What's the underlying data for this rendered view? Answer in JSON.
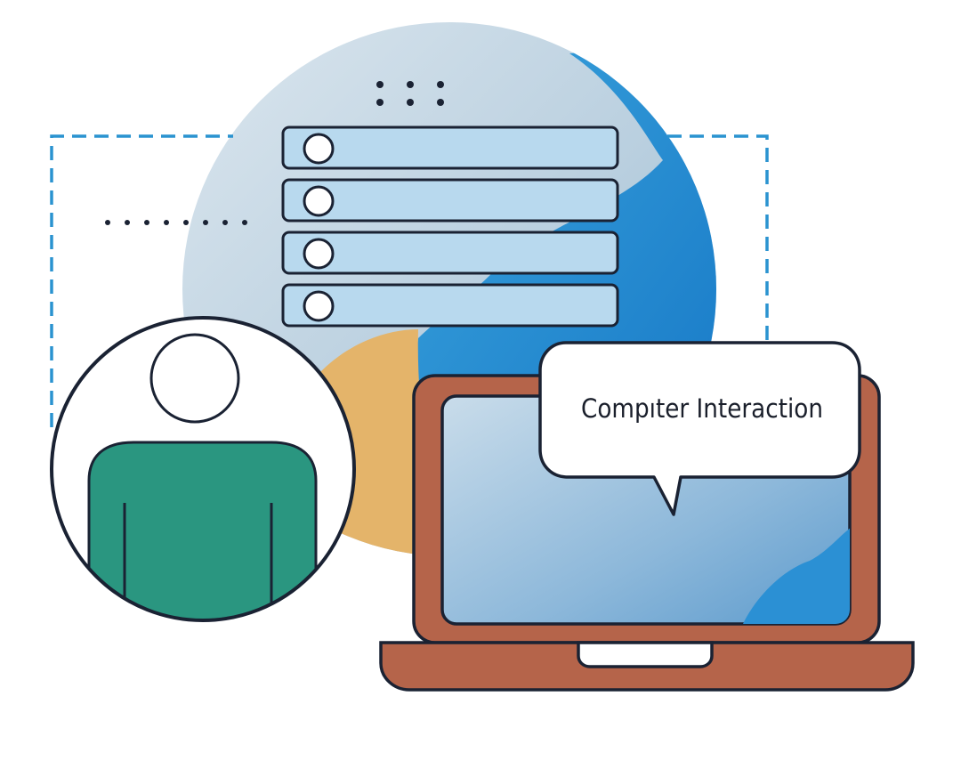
{
  "illustration": {
    "speech_bubble": {
      "text": "Compıter Interaction"
    }
  },
  "colors": {
    "outline": "#1a2233",
    "globe_light": "#c9dbe8",
    "globe_blue": "#1f8fd6",
    "globe_orange": "#e4b46a",
    "dashed_frame": "#2a93d0",
    "list_row_fill": "#b8d9ee",
    "person_shirt": "#2a9680",
    "laptop_body": "#b5644a",
    "laptop_screen": "#8fbbdc",
    "bubble_fill": "#ffffff"
  },
  "icons": {
    "person": "person-avatar-icon",
    "laptop": "laptop-icon",
    "list": "list-panel-icon",
    "globe": "globe-background",
    "dots": "dots-decoration",
    "speech": "speech-bubble-icon"
  },
  "list_panel": {
    "rows": 4
  }
}
